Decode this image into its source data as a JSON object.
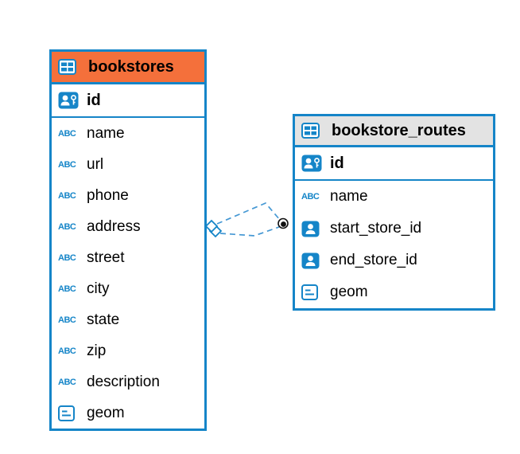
{
  "colors": {
    "accent_blue": "#1585c8",
    "header_orange": "#f4703b",
    "header_gray": "#e3e3e3",
    "connector_blue": "#4598d4",
    "text": "#000000"
  },
  "icons": {
    "table": "table-icon",
    "primary_key": "person-key-icon",
    "text_column": "abc-icon",
    "abc_label": "ABC",
    "reference_column": "person-icon",
    "geometry_column": "lines-icon",
    "relationship_source": "diamond-anchor",
    "relationship_target": "dot-anchor"
  },
  "tables": [
    {
      "name": "bookstores",
      "primary_key": "id",
      "columns": [
        "name",
        "url",
        "phone",
        "address",
        "street",
        "city",
        "state",
        "zip",
        "description",
        "geom"
      ]
    },
    {
      "name": "bookstore_routes",
      "primary_key": "id",
      "columns": [
        "name",
        "start_store_id",
        "end_store_id",
        "geom"
      ]
    }
  ]
}
